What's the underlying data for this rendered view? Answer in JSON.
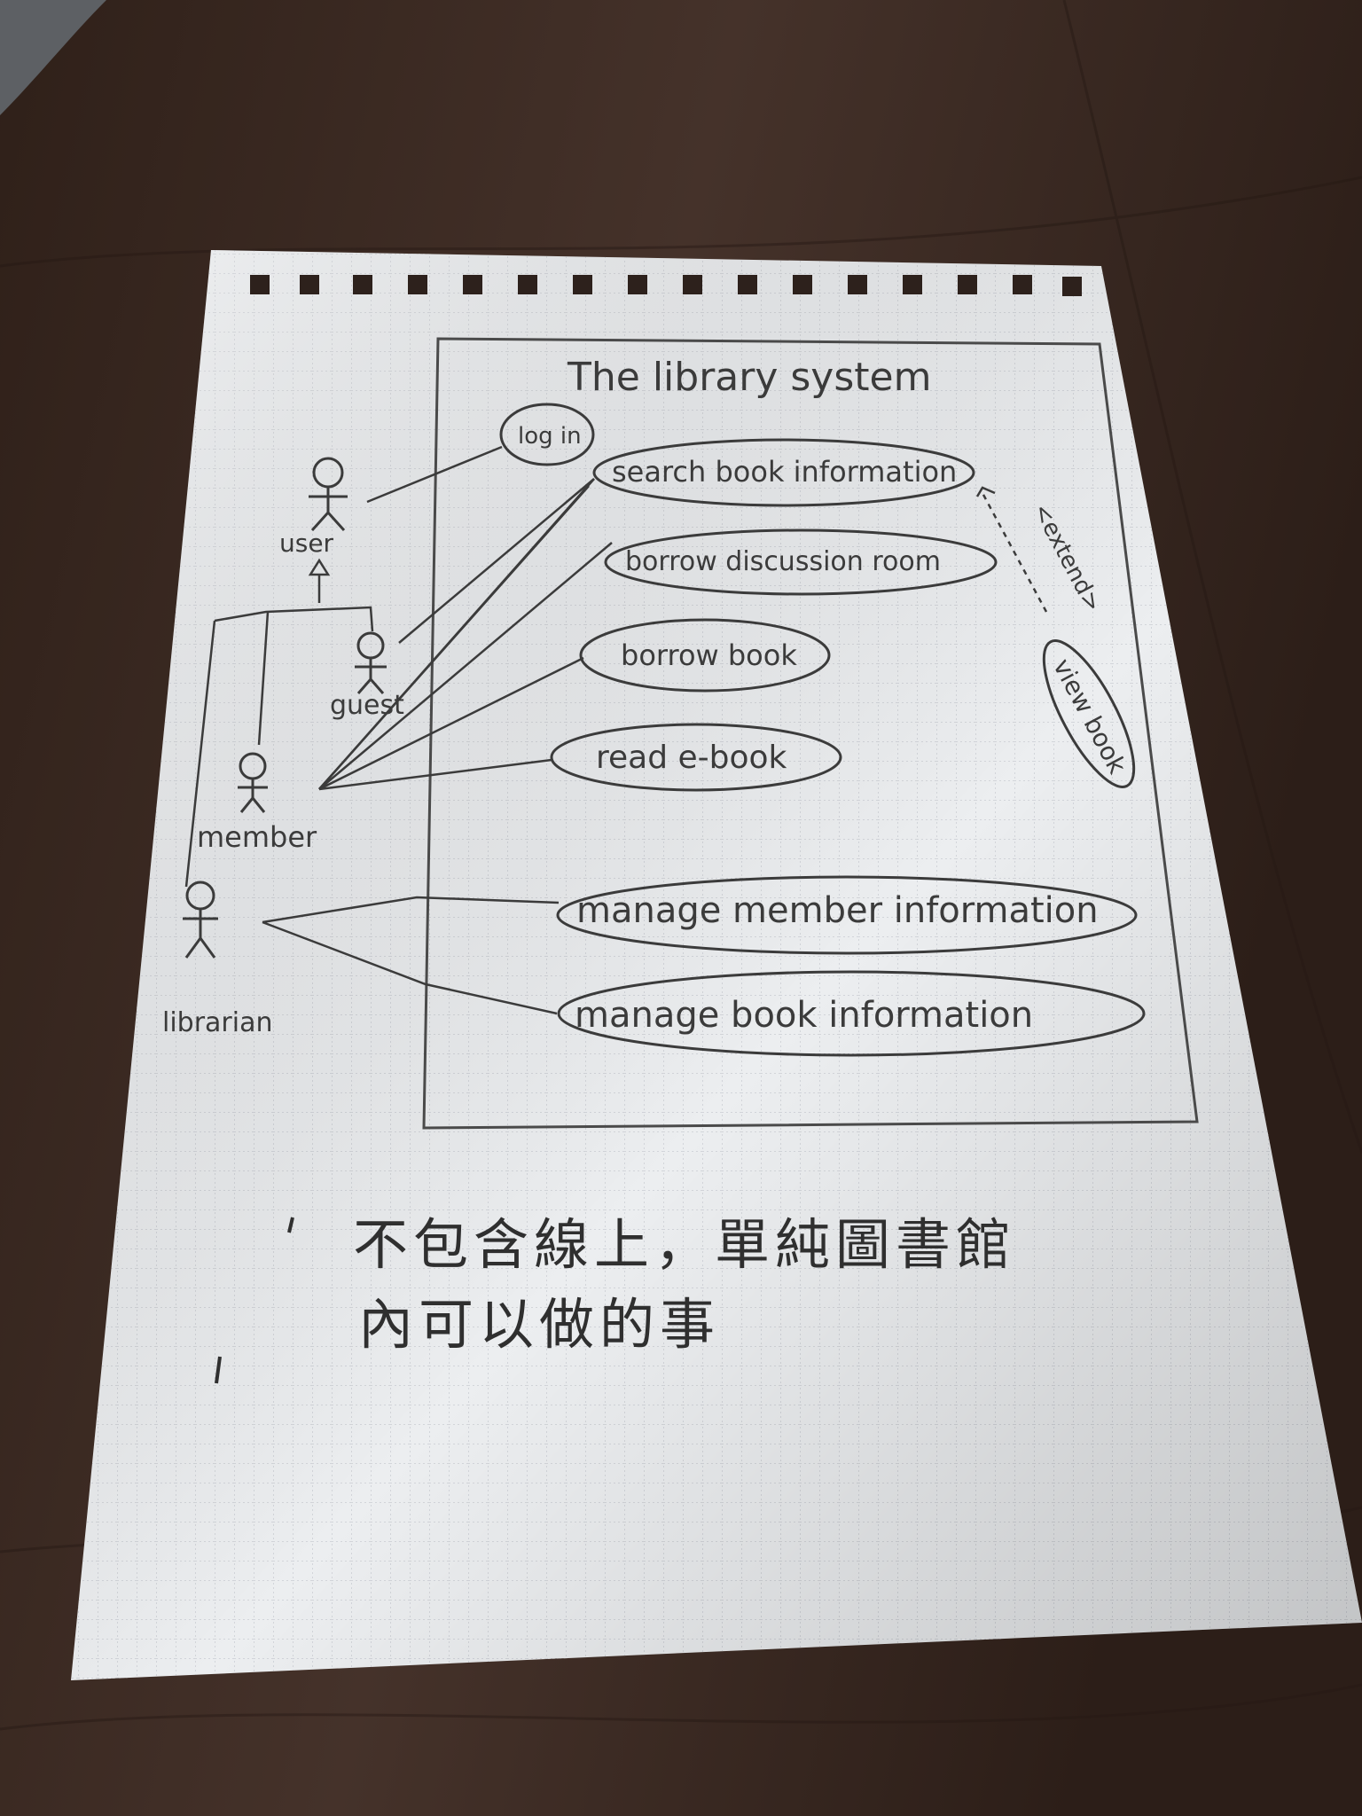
{
  "photo": {
    "table_color": "#3a2a22",
    "paper_color": "#eceef0",
    "pencil_color": "#3b3b3b"
  },
  "diagram": {
    "system_title": "The library system",
    "actors": {
      "user": "user",
      "guest": "guest",
      "member": "member",
      "librarian": "librarian"
    },
    "use_cases": {
      "login": "log in",
      "search": "search book information",
      "borrow_room": "borrow discussion room",
      "borrow_book": "borrow book",
      "read_ebook": "read e-book",
      "view_book": "view book",
      "manage_member": "manage member information",
      "manage_book": "manage book information"
    },
    "relations": {
      "extend": "<extend>"
    }
  },
  "notes": {
    "line1": "不包含線上，單純圖書館",
    "line2": "內可以做的事"
  }
}
